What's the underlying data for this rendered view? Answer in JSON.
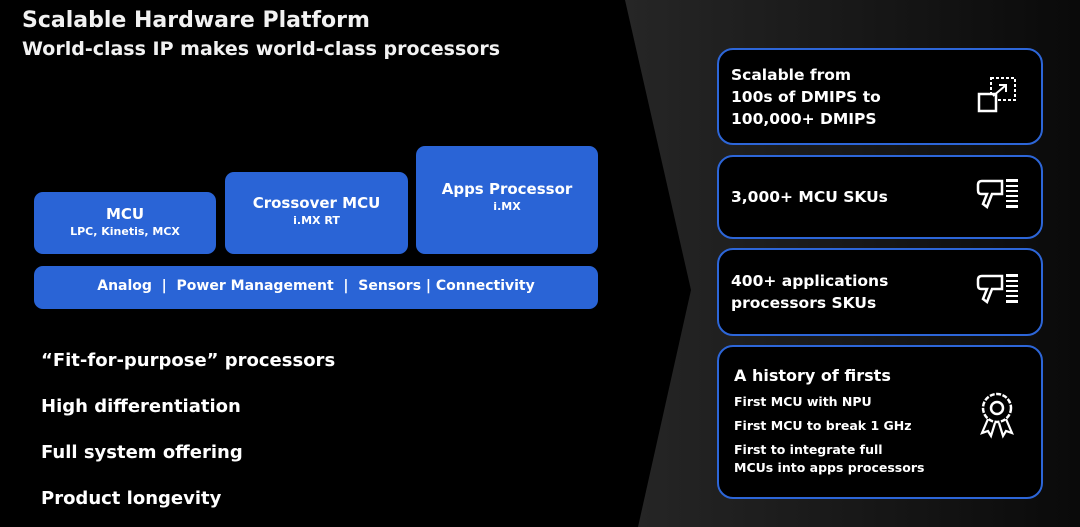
{
  "header": {
    "title": "Scalable Hardware Platform",
    "subtitle": "World-class IP makes world-class processors"
  },
  "diagram": {
    "blocks": [
      {
        "title": "MCU",
        "sub": "LPC, Kinetis, MCX"
      },
      {
        "title": "Crossover MCU",
        "sub": "i.MX RT"
      },
      {
        "title": "Apps Processor",
        "sub": "i.MX"
      }
    ],
    "base": "Analog  |  Power Management  |  Sensors | Connectivity",
    "color": "#2a64d6"
  },
  "points": [
    "“Fit-for-purpose” processors",
    "High differentiation",
    "Full system offering",
    "Product longevity"
  ],
  "cards": [
    {
      "lines": [
        "Scalable from",
        "100s of DMIPS to",
        "100,000+ DMIPS"
      ],
      "icon": "scale-up-icon"
    },
    {
      "lines": [
        "3,000+ MCU SKUs"
      ],
      "icon": "barcode-scanner-icon"
    },
    {
      "lines": [
        "400+ applications",
        "processors SKUs"
      ],
      "icon": "barcode-scanner-icon"
    },
    {
      "title": "A history of firsts",
      "items": [
        "First MCU with NPU",
        "First MCU to break 1 GHz",
        "First to integrate full",
        "MCUs into apps processors"
      ],
      "icon": "award-ribbon-icon"
    }
  ]
}
